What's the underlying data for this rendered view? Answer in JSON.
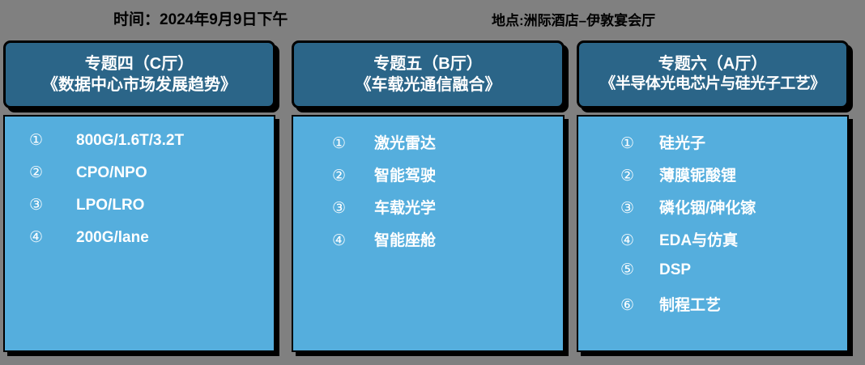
{
  "header": {
    "time_label": "时间：2024年9月9日下午",
    "place_label": "地点:洲际酒店–伊敦宴会厅"
  },
  "colors": {
    "background": "#808080",
    "panel_header_blue": "#2b6588",
    "panel_body_blue": "#55aedd",
    "border_black": "#000000",
    "text_white": "#ffffff"
  },
  "panels": [
    {
      "title_line1": "专题四（C厅）",
      "title_line2": "《数据中心市场发展趋势》",
      "items": [
        {
          "num": "①",
          "label": "800G/1.6T/3.2T"
        },
        {
          "num": "②",
          "label": "CPO/NPO"
        },
        {
          "num": "③",
          "label": "LPO/LRO"
        },
        {
          "num": "④",
          "label": "200G/lane"
        }
      ]
    },
    {
      "title_line1": "专题五（B厅）",
      "title_line2": "《车载光通信融合》",
      "items": [
        {
          "num": "①",
          "label": "激光雷达"
        },
        {
          "num": "②",
          "label": "智能驾驶"
        },
        {
          "num": "③",
          "label": "车载光学"
        },
        {
          "num": "④",
          "label": "智能座舱"
        }
      ]
    },
    {
      "title_line1": "专题六（A厅）",
      "title_line2": "《半导体光电芯片与硅光子工艺》",
      "items": [
        {
          "num": "①",
          "label": "硅光子"
        },
        {
          "num": "②",
          "label": "薄膜铌酸锂"
        },
        {
          "num": "③",
          "label": "磷化铟/砷化镓"
        },
        {
          "num": "④",
          "label": "EDA与仿真"
        },
        {
          "num": "⑤",
          "label": "DSP"
        },
        {
          "num": "⑥",
          "label": "制程工艺"
        }
      ]
    }
  ]
}
